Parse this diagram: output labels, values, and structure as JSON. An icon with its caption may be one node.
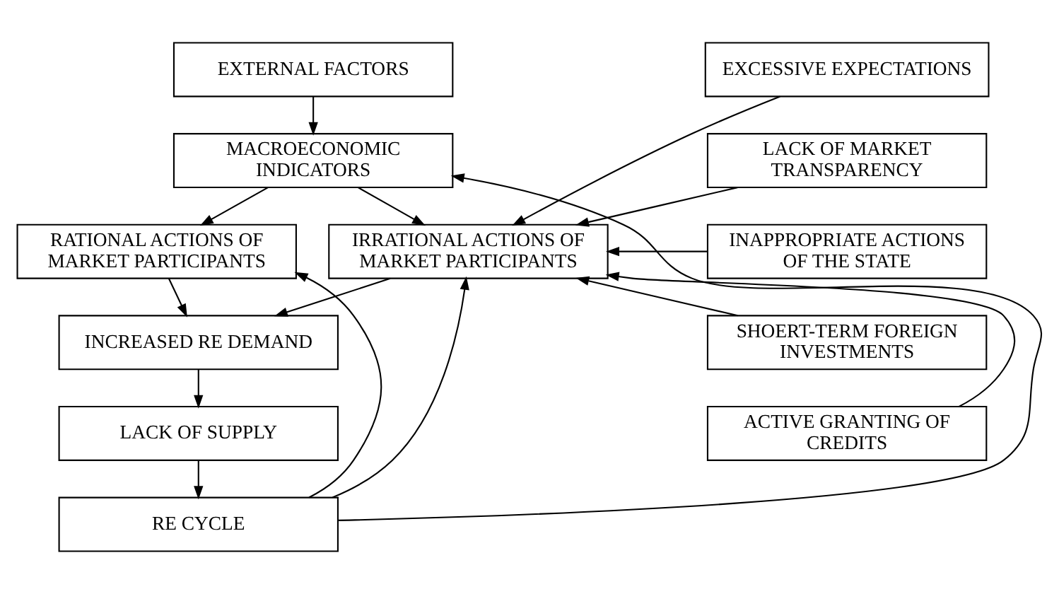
{
  "diagram": {
    "nodes": [
      {
        "text": [
          "EXTERNAL FACTORS"
        ]
      },
      {
        "text": [
          "MACROECONOMIC INDICATORS"
        ]
      },
      {
        "text": [
          "RATIONAL ACTIONS OF MARKET PARTICIPANTS"
        ]
      },
      {
        "text": [
          "IRRATIONAL ACTIONS OF MARKET PARTICIPANTS"
        ]
      },
      {
        "text": [
          "INCREASED RE DEMAND"
        ]
      },
      {
        "text": [
          "LACK OF SUPPLY"
        ]
      },
      {
        "text": [
          "RE CYCLE"
        ]
      },
      {
        "text": [
          "EXCESSIVE EXPECTATIONS"
        ]
      },
      {
        "text": [
          "LACK OF MARKET TRANSPARENCY"
        ]
      },
      {
        "text": [
          "INAPPROPRIATE ACTIONS OF THE STATE"
        ]
      },
      {
        "text": [
          "SHOERT-TERM FOREIGN INVESTMENTS"
        ]
      },
      {
        "text": [
          "ACTIVE GRANTING OF CREDITS"
        ]
      }
    ],
    "edges": [
      {
        "from": 0,
        "to": 1,
        "arrow": "to"
      },
      {
        "from": 1,
        "to": 2,
        "arrow": "to"
      },
      {
        "from": 1,
        "to": 3,
        "arrow": "to"
      },
      {
        "from": 2,
        "to": 4,
        "arrow": "to"
      },
      {
        "from": 3,
        "to": 4,
        "arrow": "to"
      },
      {
        "from": 4,
        "to": 5,
        "arrow": "to"
      },
      {
        "from": 5,
        "to": 6,
        "arrow": "to"
      },
      {
        "from": 6,
        "to": 2,
        "arrow": "to"
      },
      {
        "from": 6,
        "to": 3,
        "arrow": "to"
      },
      {
        "from": 6,
        "to": 1,
        "arrow": "to"
      },
      {
        "from": 7,
        "to": 3,
        "arrow": "to"
      },
      {
        "from": 8,
        "to": 3,
        "arrow": "to"
      },
      {
        "from": 9,
        "to": 3,
        "arrow": "to"
      },
      {
        "from": 10,
        "to": 3,
        "arrow": "to"
      },
      {
        "from": 11,
        "to": 3,
        "arrow": "to"
      }
    ]
  }
}
